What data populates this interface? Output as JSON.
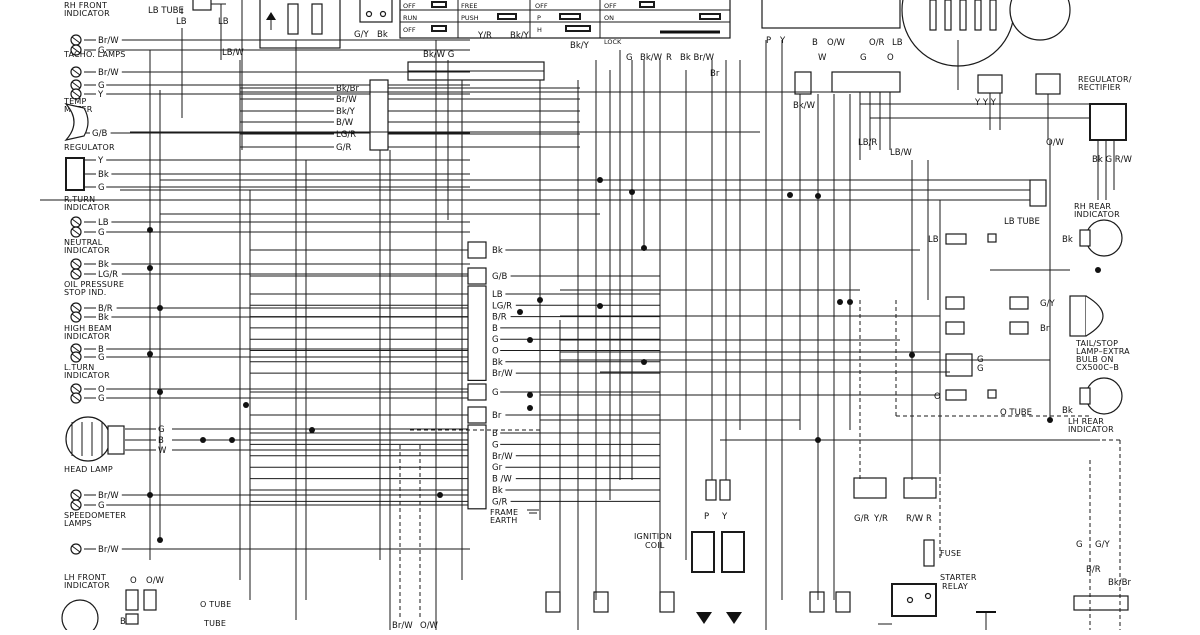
{
  "top": {
    "lb_tube": "LB TUBE",
    "lb": "LB",
    "lbw": "LB/W",
    "gy": "G/Y",
    "bk": "Bk",
    "yr": "Y/R",
    "bky": "Bk/Y",
    "bkw_g": "Bk/W G",
    "g": "G",
    "bkw": "Bk/W",
    "r": "R",
    "bkbrw": "Bk Br/W",
    "br": "Br",
    "p": "P",
    "y": "Y",
    "b": "B",
    "ow": "O/W",
    "or": "O/R",
    "lb2": "LB",
    "o": "O",
    "w": "W",
    "bkw2": "Bk/W"
  },
  "switches": {
    "left": [
      "OFF",
      "RUN",
      "OFF"
    ],
    "mid": [
      "FREE",
      "PUSH"
    ],
    "right": [
      "OFF",
      "P",
      "H"
    ],
    "far": [
      "OFF",
      "ON",
      "LOCK"
    ]
  },
  "left_components": [
    {
      "name": "RH FRONT\nINDICATOR",
      "wires": [
        "Br/W",
        "G"
      ]
    },
    {
      "name": "TACHO. LAMPS",
      "wires": [
        "Br/W",
        "G",
        "Y"
      ]
    },
    {
      "name": "TEMP\nMETER",
      "wires": [
        "G/B"
      ]
    },
    {
      "name": "REGULATOR",
      "wires": [
        "Y",
        "Bk",
        "G"
      ]
    },
    {
      "name": "R.TURN\nINDICATOR",
      "wires": [
        "LB",
        "G"
      ]
    },
    {
      "name": "NEUTRAL\nINDICATOR",
      "wires": [
        "Bk",
        "LG/R"
      ]
    },
    {
      "name": "OIL PRESSURE\nSTOP IND.",
      "wires": [
        "B/R",
        "Bk"
      ]
    },
    {
      "name": "HIGH BEAM\nINDICATOR",
      "wires": [
        "B",
        "G"
      ]
    },
    {
      "name": "L.TURN\nINDICATOR",
      "wires": [
        "O",
        "G"
      ]
    },
    {
      "name": "HEAD LAMP",
      "wires": [
        "G",
        "B",
        "W"
      ]
    },
    {
      "name": "SPEEDOMETER\nLAMPS",
      "wires": [
        "Br/W",
        "G",
        "Br/W"
      ]
    },
    {
      "name": "LH FRONT\nINDICATOR",
      "wires": [
        "O",
        "O/W",
        "Bk"
      ]
    }
  ],
  "upper_harness": [
    "Bk/Br",
    "Br/W",
    "Bk/Y",
    "B/W",
    "LG/R",
    "G/R"
  ],
  "center_connectors": {
    "c1": [
      "Bk"
    ],
    "c2": [
      "G/B"
    ],
    "c3": [
      "LB",
      "LG/R",
      "B/R",
      "B",
      "G",
      "O",
      "Bk",
      "Br/W"
    ],
    "c4": [
      "G"
    ],
    "c5": [
      "Br"
    ],
    "c6": [
      "B",
      "G",
      "Br/W",
      "Gr",
      "B /W",
      "Bk",
      "G/R"
    ]
  },
  "frame_earth": "FRAME\nEARTH",
  "right_components": [
    {
      "name": "REGULATOR/\nRECTIFIER",
      "wires": [
        "Bk",
        "G",
        "R/W",
        "O/W"
      ]
    },
    {
      "name": "RH REAR\nINDICATOR",
      "wires": [
        "LB",
        "LB TUBE",
        "Bk"
      ]
    },
    {
      "name": "TAIL/STOP\nLAMP–EXTRA\nBULB ON\nCX500C–B",
      "wires": [
        "G/Y",
        "Br",
        "G",
        "G"
      ]
    },
    {
      "name": "LH REAR\nINDICATOR",
      "wires": [
        "O",
        "O TUBE",
        "Bk"
      ]
    }
  ],
  "lower": {
    "lbr": "LB/R",
    "lbw": "LB/W",
    "ignition_coil": "IGNITION\nCOIL",
    "coil_wires": [
      "P",
      "Y"
    ],
    "gr": "G/R",
    "yr": "Y/R",
    "rw": "R/W",
    "r": "R",
    "fuse": "FUSE",
    "starter_relay": "STARTER\nRELAY",
    "o_tube": "O TUBE",
    "tube": "TUBE",
    "g": "G",
    "gy": "G/Y",
    "br": "B/R",
    "bkbr": "Bk/Br",
    "brw": "Br/W",
    "ow": "O/W",
    "lh_o": "O",
    "lh_ow": "O/W"
  }
}
